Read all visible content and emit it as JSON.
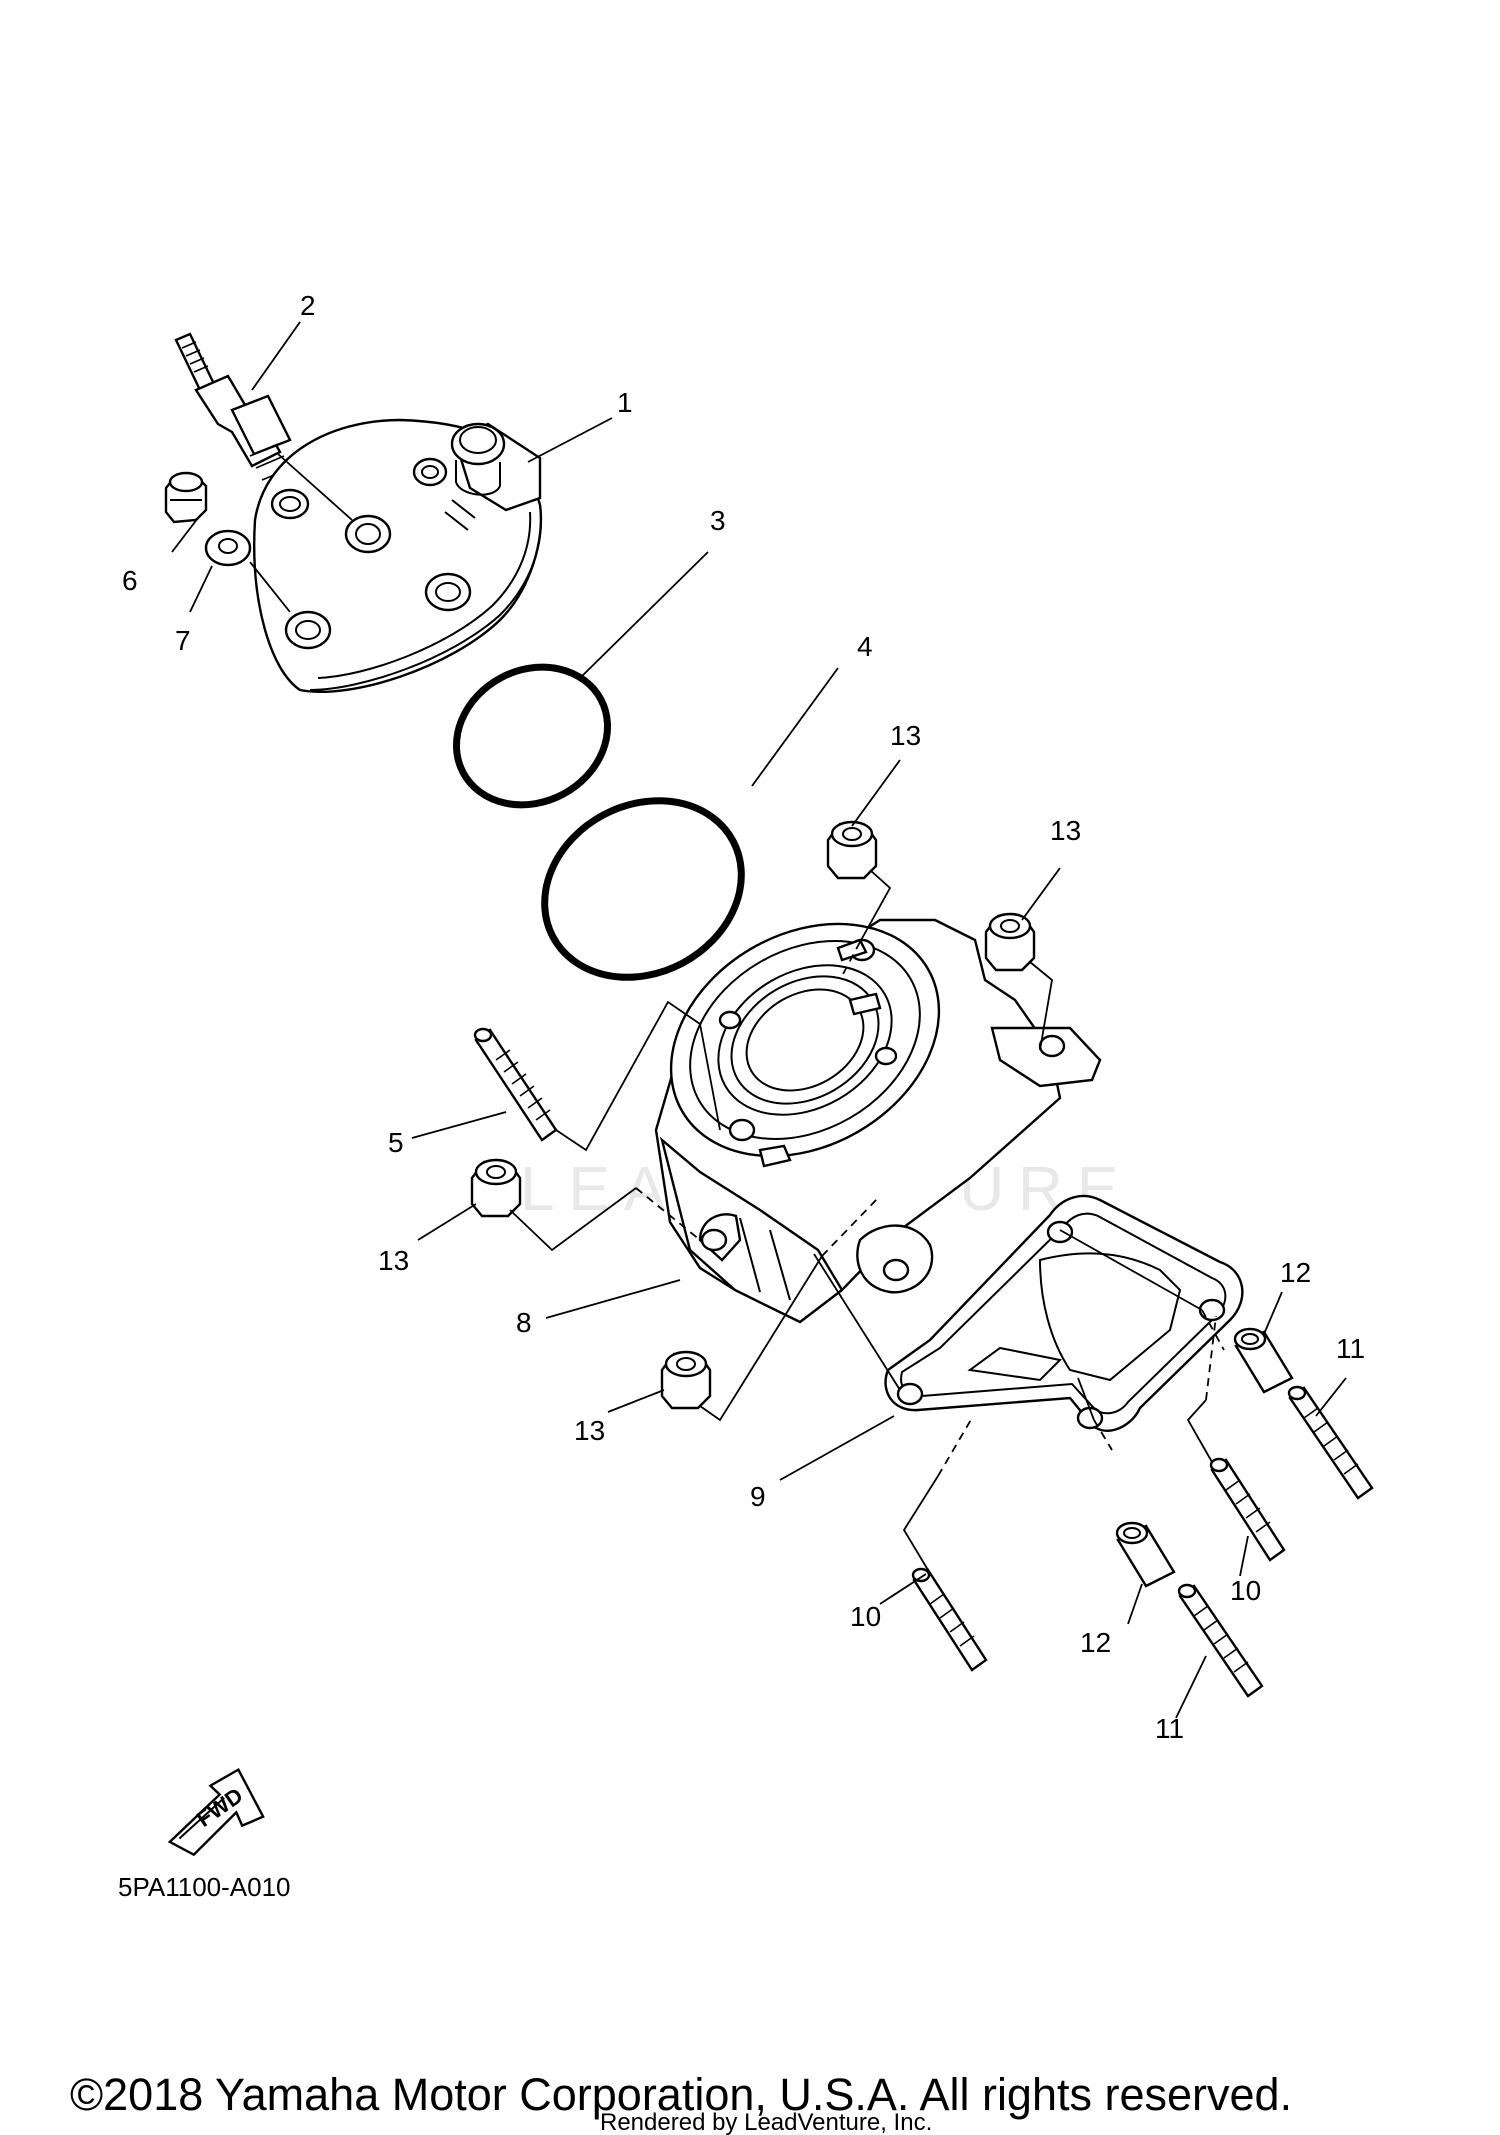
{
  "callouts": [
    {
      "key": "c1",
      "text": "1"
    },
    {
      "key": "c2",
      "text": "2"
    },
    {
      "key": "c3",
      "text": "3"
    },
    {
      "key": "c4",
      "text": "4"
    },
    {
      "key": "c5",
      "text": "5"
    },
    {
      "key": "c6",
      "text": "6"
    },
    {
      "key": "c7",
      "text": "7"
    },
    {
      "key": "c8",
      "text": "8"
    },
    {
      "key": "c9",
      "text": "9"
    },
    {
      "key": "c10a",
      "text": "10"
    },
    {
      "key": "c10b",
      "text": "10"
    },
    {
      "key": "c11a",
      "text": "11"
    },
    {
      "key": "c11b",
      "text": "11"
    },
    {
      "key": "c12a",
      "text": "12"
    },
    {
      "key": "c12b",
      "text": "12"
    },
    {
      "key": "c13a",
      "text": "13"
    },
    {
      "key": "c13b",
      "text": "13"
    },
    {
      "key": "c13c",
      "text": "13"
    },
    {
      "key": "c13d",
      "text": "13"
    }
  ],
  "fwd_label": "FWD",
  "diagram_code": "5PA1100-A010",
  "watermark_text": "LEADVENTURE",
  "copyright": "©2018 Yamaha Motor Corporation, U.S.A. All rights reserved.",
  "renderer": "Rendered by LeadVenture, Inc."
}
